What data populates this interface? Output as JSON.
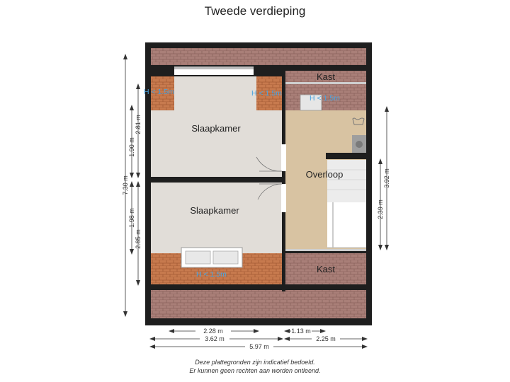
{
  "title": "Tweede verdieping",
  "rooms": {
    "bedroom_top": "Slaapkamer",
    "bedroom_bottom": "Slaapkamer",
    "landing": "Overloop",
    "closet_top": "Kast",
    "closet_bottom": "Kast"
  },
  "height_notes": {
    "top_left": "H < 1.5m",
    "top_middle": "H < 1.5m",
    "top_right": "H < 1.5m",
    "bottom": "H < 1.5m"
  },
  "dimensions": {
    "left_total": "7.30 m",
    "left_top_a": "1.90 m",
    "left_top_b": "2.81 m",
    "left_bottom_a": "1.98 m",
    "left_bottom_b": "2.85 m",
    "right_total": "3.92 m",
    "right_inner": "2.39 m",
    "bottom_228": "2.28 m",
    "bottom_113": "1.13 m",
    "bottom_362": "3.62 m",
    "bottom_225": "2.25 m",
    "bottom_total": "5.97 m"
  },
  "footer": {
    "line1": "Deze plattegronden zijn indicatief bedoeld.",
    "line2": "Er kunnen geen rechten aan worden ontleend."
  },
  "colors": {
    "wall": "#1e1e1e",
    "roof_tile": "#a97f78",
    "roof_tile_orange": "#c77a4e",
    "floor_grey": "#e1ddd8",
    "floor_wood": "#d8c3a2",
    "label_blue": "#4aa3df"
  }
}
